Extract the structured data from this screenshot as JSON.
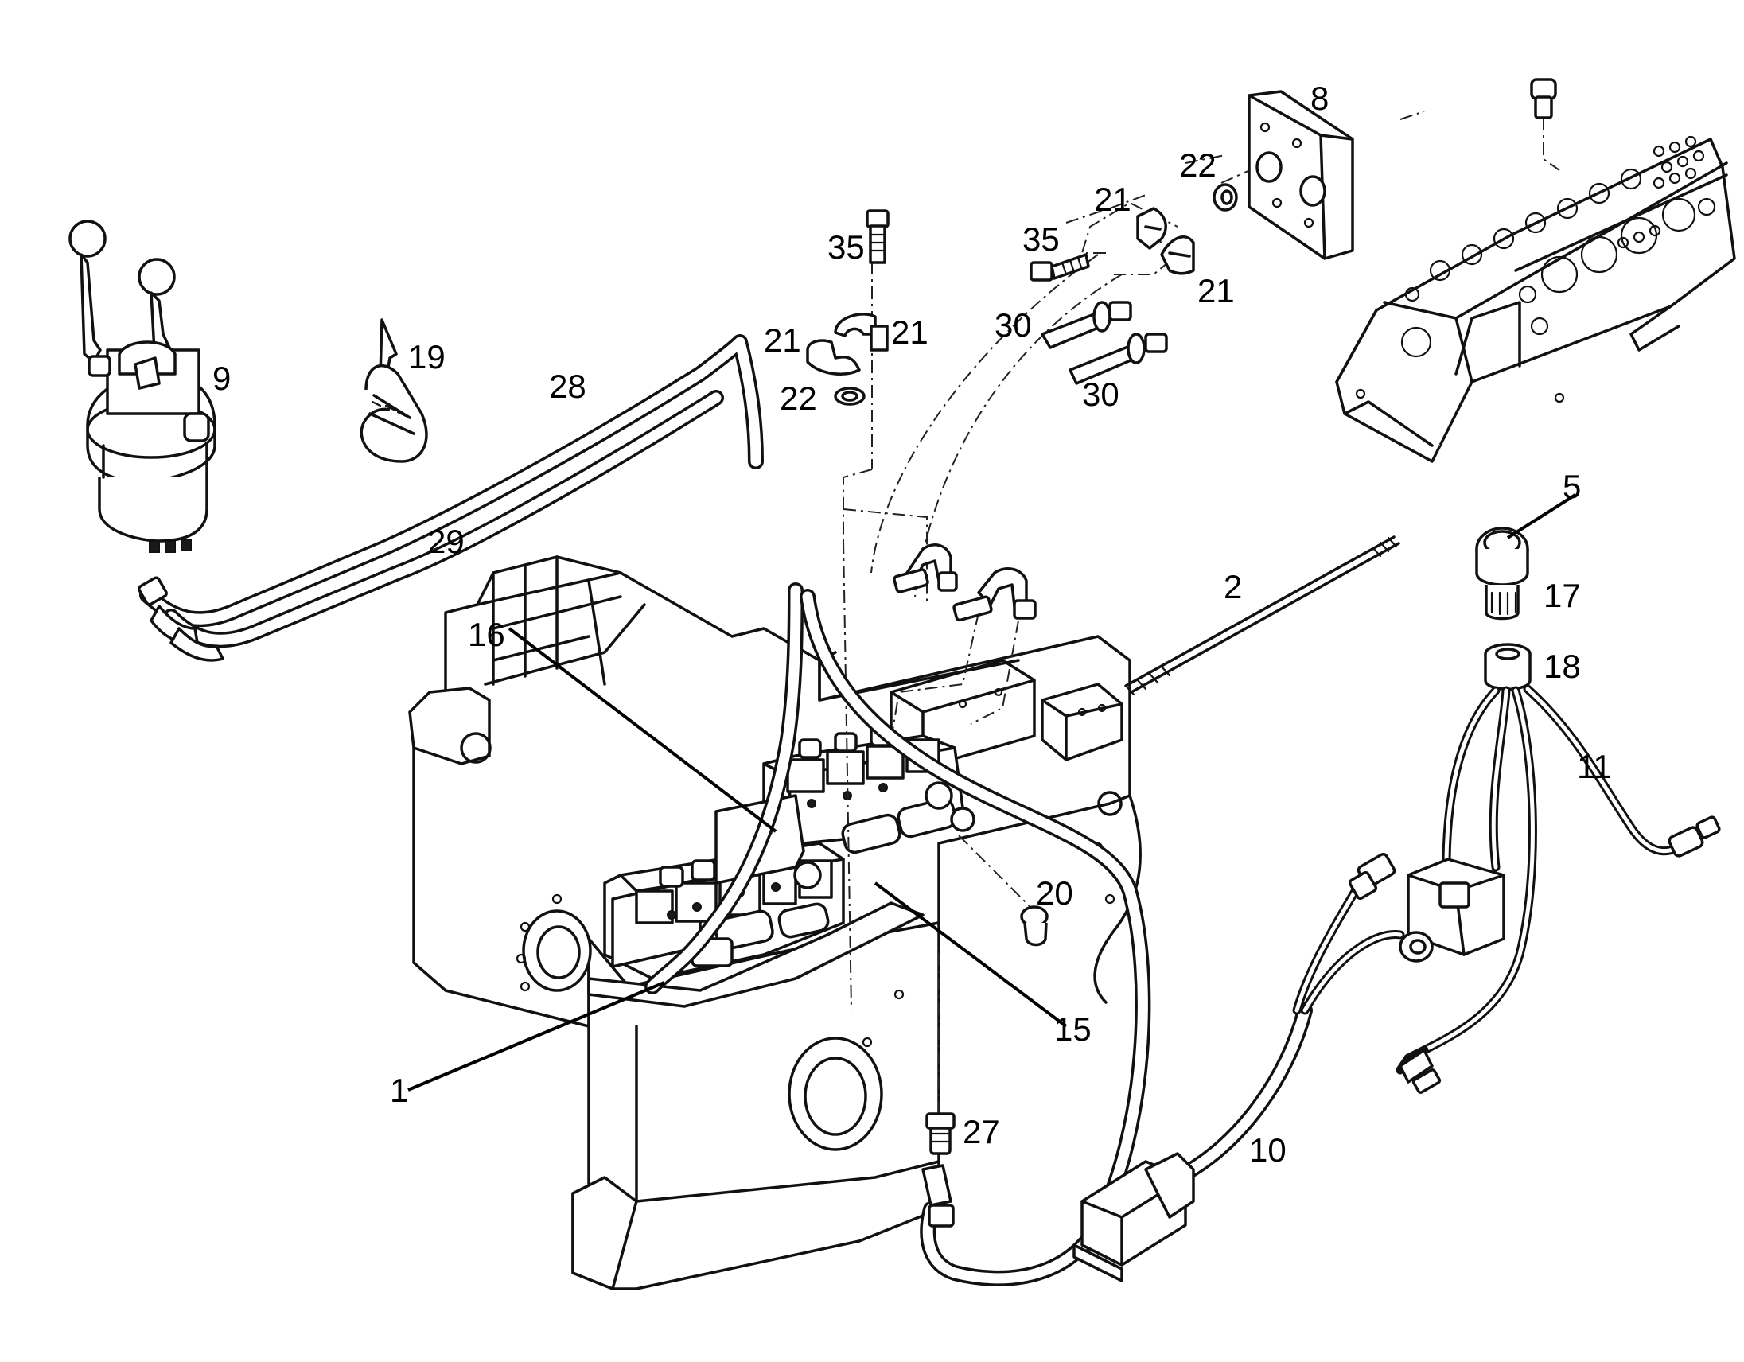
{
  "callouts": {
    "c1": "1",
    "c2": "2",
    "c5": "5",
    "c8": "8",
    "c9": "9",
    "c10": "10",
    "c11": "11",
    "c15": "15",
    "c16": "16",
    "c17": "17",
    "c18": "18",
    "c19": "19",
    "c20": "20",
    "c21a": "21",
    "c21b": "21",
    "c21c": "21",
    "c21d": "21",
    "c22a": "22",
    "c22b": "22",
    "c27": "27",
    "c28": "28",
    "c29": "29",
    "c30a": "30",
    "c30b": "30",
    "c35a": "35",
    "c35b": "35"
  },
  "colors": {
    "line": "#111111",
    "background": "#ffffff"
  }
}
